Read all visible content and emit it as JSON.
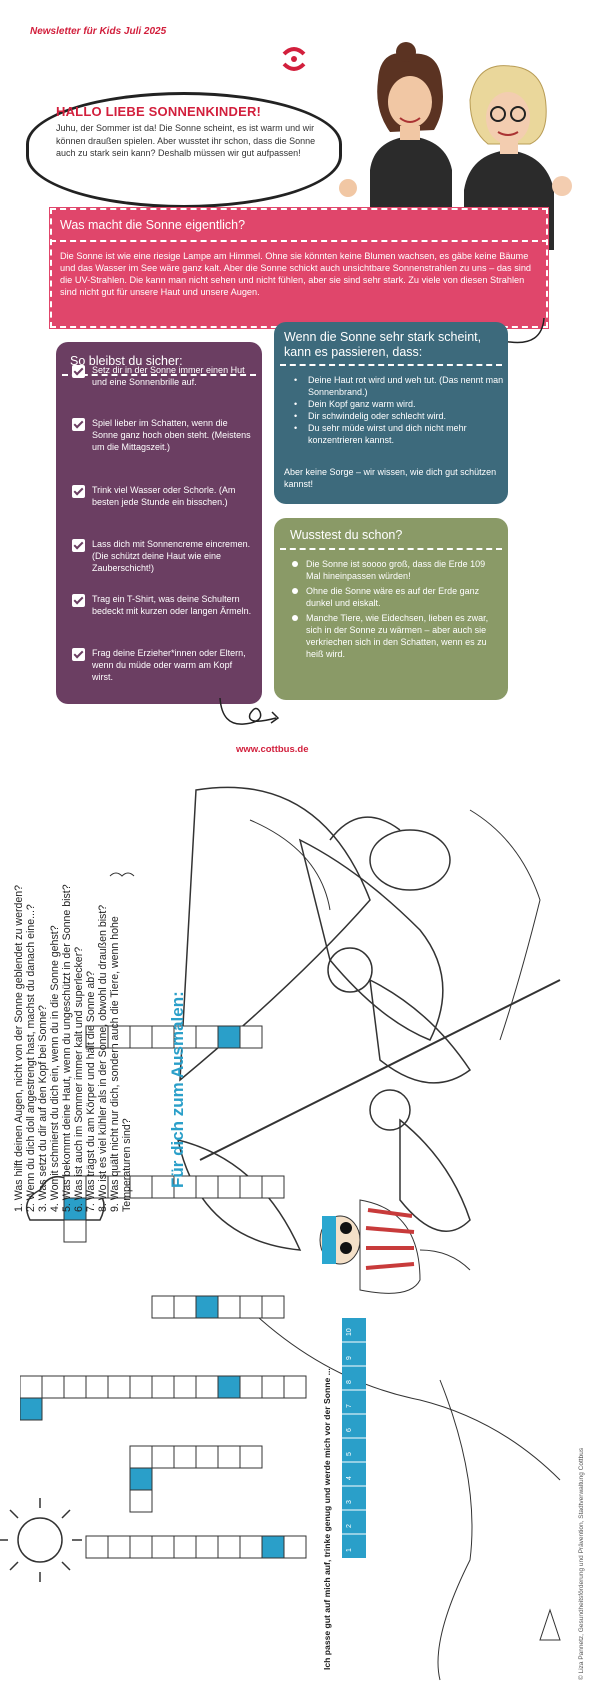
{
  "header": {
    "newsletter": "Newsletter für Kids Juli 2025"
  },
  "intro": {
    "title": "HALLO LIEBE SONNENKINDER!",
    "text": "Juhu, der Sommer ist da! Die Sonne scheint, es ist warm und wir können draußen spielen. Aber wusstet ihr schon, dass die Sonne auch zu stark sein kann? Deshalb müssen wir gut aufpassen!"
  },
  "what_sun": {
    "title": "Was macht die Sonne eigentlich?",
    "text": "Die Sonne ist wie eine riesige Lampe am Himmel. Ohne sie könnten keine Blumen wachsen, es gäbe keine Bäume und das Wasser im See wäre ganz kalt. Aber die Sonne schickt auch unsichtbare Sonnenstrahlen zu uns – das sind die UV-Strahlen. Die kann man nicht sehen und nicht fühlen, aber sie sind sehr stark. Zu viele von diesen Strahlen sind nicht gut für unsere Haut und unsere Augen."
  },
  "safe": {
    "title": "So bleibst du sicher:",
    "items": [
      "Setz dir in der Sonne immer einen Hut und eine Sonnenbrille auf.",
      "Spiel lieber im Schatten, wenn die Sonne ganz hoch oben steht. (Meistens um die Mittagszeit.)",
      "Trink viel Wasser oder Schorle. (Am besten jede Stunde ein bisschen.)",
      "Lass dich mit Sonnencreme eincremen. (Die schützt deine Haut wie eine Zauberschicht!)",
      "Trag ein T-Shirt, was deine Schultern bedeckt mit kurzen oder langen Ärmeln.",
      "Frag deine Erzieher*innen oder Eltern, wenn du müde oder warm am Kopf wirst."
    ]
  },
  "strong_sun": {
    "title": "Wenn die Sonne sehr stark scheint, kann es passieren, dass:",
    "items": [
      "Deine Haut rot wird und weh tut. (Das nennt man Sonnenbrand.)",
      "Dein Kopf ganz warm wird.",
      "Dir schwindelig oder schlecht wird.",
      "Du sehr müde wirst und dich nicht mehr konzentrieren kannst."
    ],
    "footer": "Aber keine Sorge – wir wissen, wie dich gut schützen kannst!"
  },
  "did_you_know": {
    "title": "Wusstest du schon?",
    "items": [
      "Die Sonne ist soooo groß, dass die Erde 109 Mal hineinpassen würden!",
      "Ohne die Sonne wäre es auf der Erde ganz dunkel und eiskalt.",
      "Manche Tiere, wie Eidechsen, lieben es zwar, sich in der Sonne zu wärmen – aber auch sie verkriechen sich in den Schatten, wenn es zu heiß wird."
    ]
  },
  "website": "www.cottbus.de",
  "puzzle": {
    "questions": [
      "1. Was hilft deinen Augen, nicht von der Sonne geblendet zu werden?",
      "2. Wenn du dich doll angestrengt hast, machst du danach eine...?",
      "3. Was setzt du dir auf den Kopf bei Sonne?",
      "4. Womit schmierst du dich ein, wenn du in die Sonne gehst?",
      "5. Was bekommt deine Haut, wenn du ungeschützt in der Sonne bist?",
      "6. Was ist auch im Sommer immer kalt und superlecker?",
      "7. Was trägst du am Körper und hält die Sonne ab?",
      "8. Wo ist es viel kühler als in der Sonne, obwohl du draußen bist?",
      "9. Was quält nicht nur dich, sondern auch die Tiere, wenn hohe",
      "Temperaturen sind?"
    ],
    "coloring_title": "Für dich zum Ausmalen:",
    "solution_prompt": "Ich passe gut auf mich auf, trinke genug und werde mich vor der Sonne ...",
    "solution_numbers": [
      "1",
      "2",
      "3",
      "4",
      "5",
      "6",
      "7",
      "8",
      "9",
      "10"
    ],
    "copyright": "© Liza Pannetz, Gesundheitsförderung und Prävention, Stadtverwaltung Cottbus",
    "accent_color": "#2a9fc9"
  },
  "colors": {
    "red": "#d21f3c",
    "pink": "#e0466b",
    "purple": "#6b3e62",
    "teal": "#3d6a7c",
    "green": "#8a9a67"
  }
}
